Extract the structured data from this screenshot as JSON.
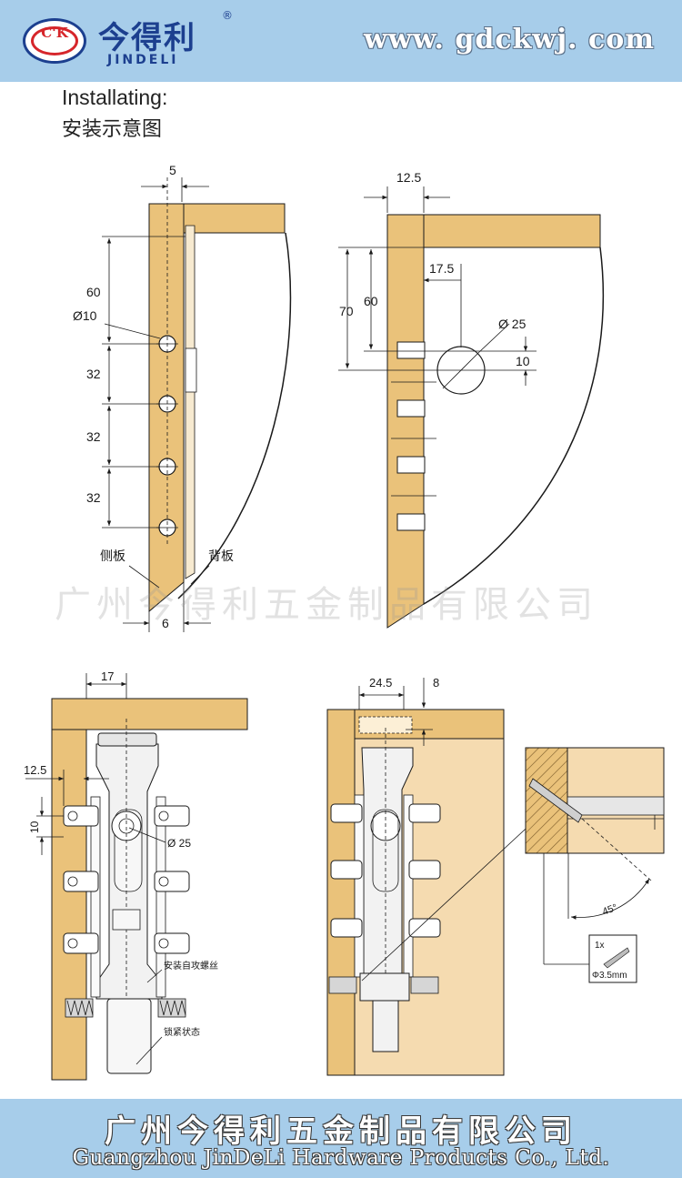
{
  "header": {
    "logo_mark": "C'K",
    "logo_cn": "今得利",
    "logo_en": "JINDELI",
    "logo_reg": "®",
    "website": "www. gdckwj. com"
  },
  "title": {
    "en": "Installating:",
    "cn": "安装示意图"
  },
  "colors": {
    "wood": "#eac27a",
    "wood_light": "#f5dbb0",
    "banner": "#a7cdea",
    "line": "#1a1a1a"
  },
  "diagram1": {
    "dim_top": "5",
    "dim_60": "60",
    "dim_hole": "Ø10",
    "dim_32a": "32",
    "dim_32b": "32",
    "dim_32c": "32",
    "dim_bottom": "6",
    "label_side": "侧板",
    "label_back": "背板"
  },
  "diagram2": {
    "dim_top": "12.5",
    "dim_70": "70",
    "dim_60": "60",
    "dim_175": "17.5",
    "dim_dia": "Ø 25",
    "dim_10": "10"
  },
  "diagram3": {
    "dim_17": "17",
    "dim_125": "12.5",
    "dim_10": "10",
    "dim_dia": "Ø 25",
    "note_screw": "安装自攻螺丝",
    "note_lock": "锁紧状态"
  },
  "diagram4": {
    "dim_245": "24.5",
    "dim_8": "8",
    "angle": "45°",
    "qty": "1x",
    "screw": "Φ3.5mm"
  },
  "watermark": "广州今得利五金制品有限公司",
  "footer": {
    "cn": "广州今得利五金制品有限公司",
    "en": "Guangzhou JinDeLi Hardware Products Co., Ltd."
  }
}
